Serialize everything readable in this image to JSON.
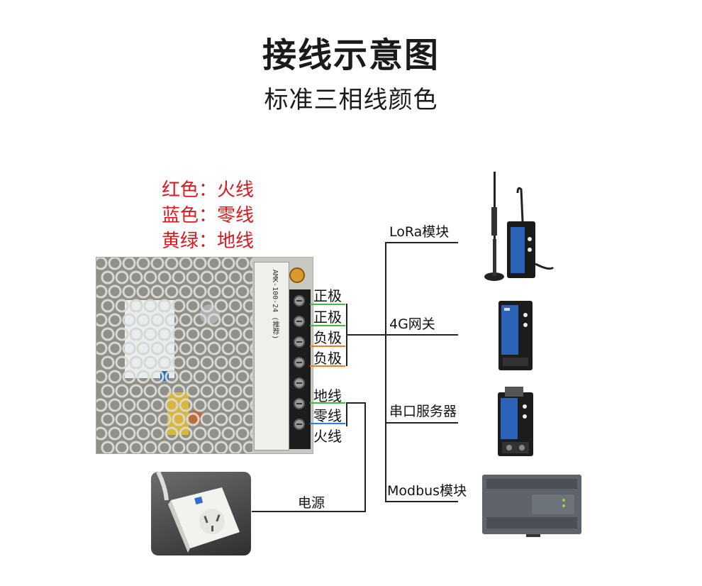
{
  "header": {
    "title": "接线示意图",
    "subtitle": "标准三相线颜色"
  },
  "legend": [
    {
      "color_name": "红色：",
      "wire": "火线"
    },
    {
      "color_name": "蓝色：",
      "wire": "零线"
    },
    {
      "color_name": "黄绿：",
      "wire": "地线"
    }
  ],
  "psu": {
    "model_text": "AMK-100-24 (推荐)"
  },
  "terminals": [
    {
      "label": "正极",
      "underline_color": "#3cbf3c"
    },
    {
      "label": "正极",
      "underline_color": "#3cbf3c"
    },
    {
      "label": "负极",
      "underline_color": "#f07a1e"
    },
    {
      "label": "负极",
      "underline_color": "#f07a1e"
    },
    {
      "label": "地线",
      "underline_color": "#3cbf3c"
    },
    {
      "label": "零线",
      "underline_color": "#2f7fe0"
    },
    {
      "label": "火线",
      "underline_color": "#e02424"
    }
  ],
  "devices": [
    {
      "label": "LoRa模块",
      "icon": "lora-module-icon"
    },
    {
      "label": "4G网关",
      "icon": "4g-gateway-icon"
    },
    {
      "label": "串口服务器",
      "icon": "serial-server-icon"
    },
    {
      "label": "Modbus模块",
      "icon": "modbus-module-icon"
    }
  ],
  "power": {
    "label": "电源",
    "icon": "power-outlet-icon"
  }
}
